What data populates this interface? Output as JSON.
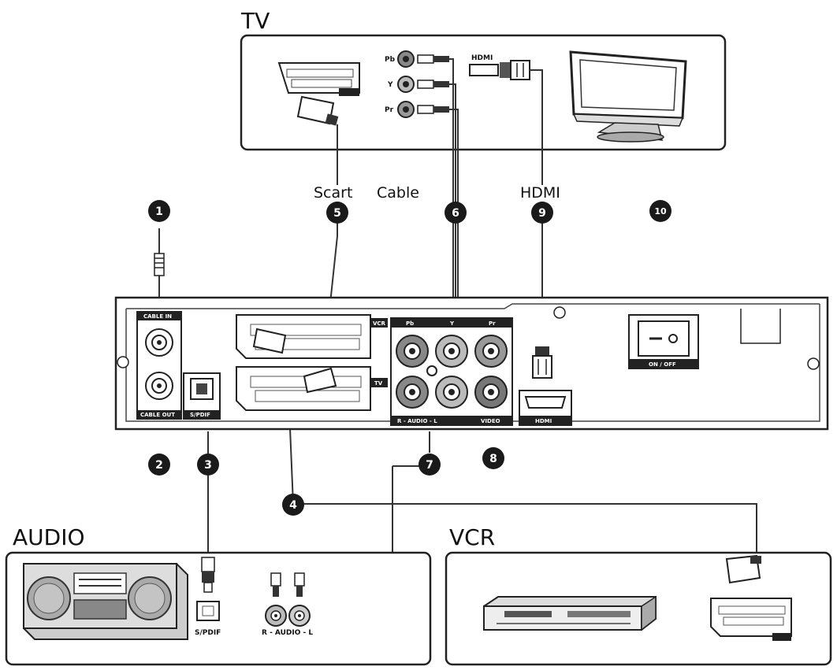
{
  "sections": {
    "tv": "TV",
    "audio": "AUDIO",
    "vcr": "VCR"
  },
  "cable_labels": {
    "scart": "Scart",
    "cable": "Cable",
    "hdmi": "HDMI"
  },
  "tv_ports": {
    "pb": "Pb",
    "y": "Y",
    "pr": "Pr",
    "hdmi": "HDMI"
  },
  "receiver_labels": {
    "cable_in": "CABLE IN",
    "cable_out": "CABLE OUT",
    "spdif": "S/PDIF",
    "vcr": "VCR",
    "tv": "TV",
    "pb": "Pb",
    "y": "Y",
    "pr": "Pr",
    "audio_rl": "R - AUDIO - L",
    "video": "VIDEO",
    "hdmi": "HDMI",
    "on_off": "ON / OFF"
  },
  "audio_labels": {
    "spdif": "S/PDIF",
    "audio_rl": "R - AUDIO - L"
  },
  "markers": [
    "1",
    "2",
    "3",
    "4",
    "5",
    "6",
    "7",
    "8",
    "9",
    "10"
  ],
  "icons": [
    "tv-monitor-icon",
    "stereo-system-icon",
    "vcr-device-icon",
    "scart-plug-icon",
    "rca-plug-icon",
    "hdmi-plug-icon",
    "coax-plug-icon",
    "optical-plug-icon",
    "power-switch-icon"
  ]
}
